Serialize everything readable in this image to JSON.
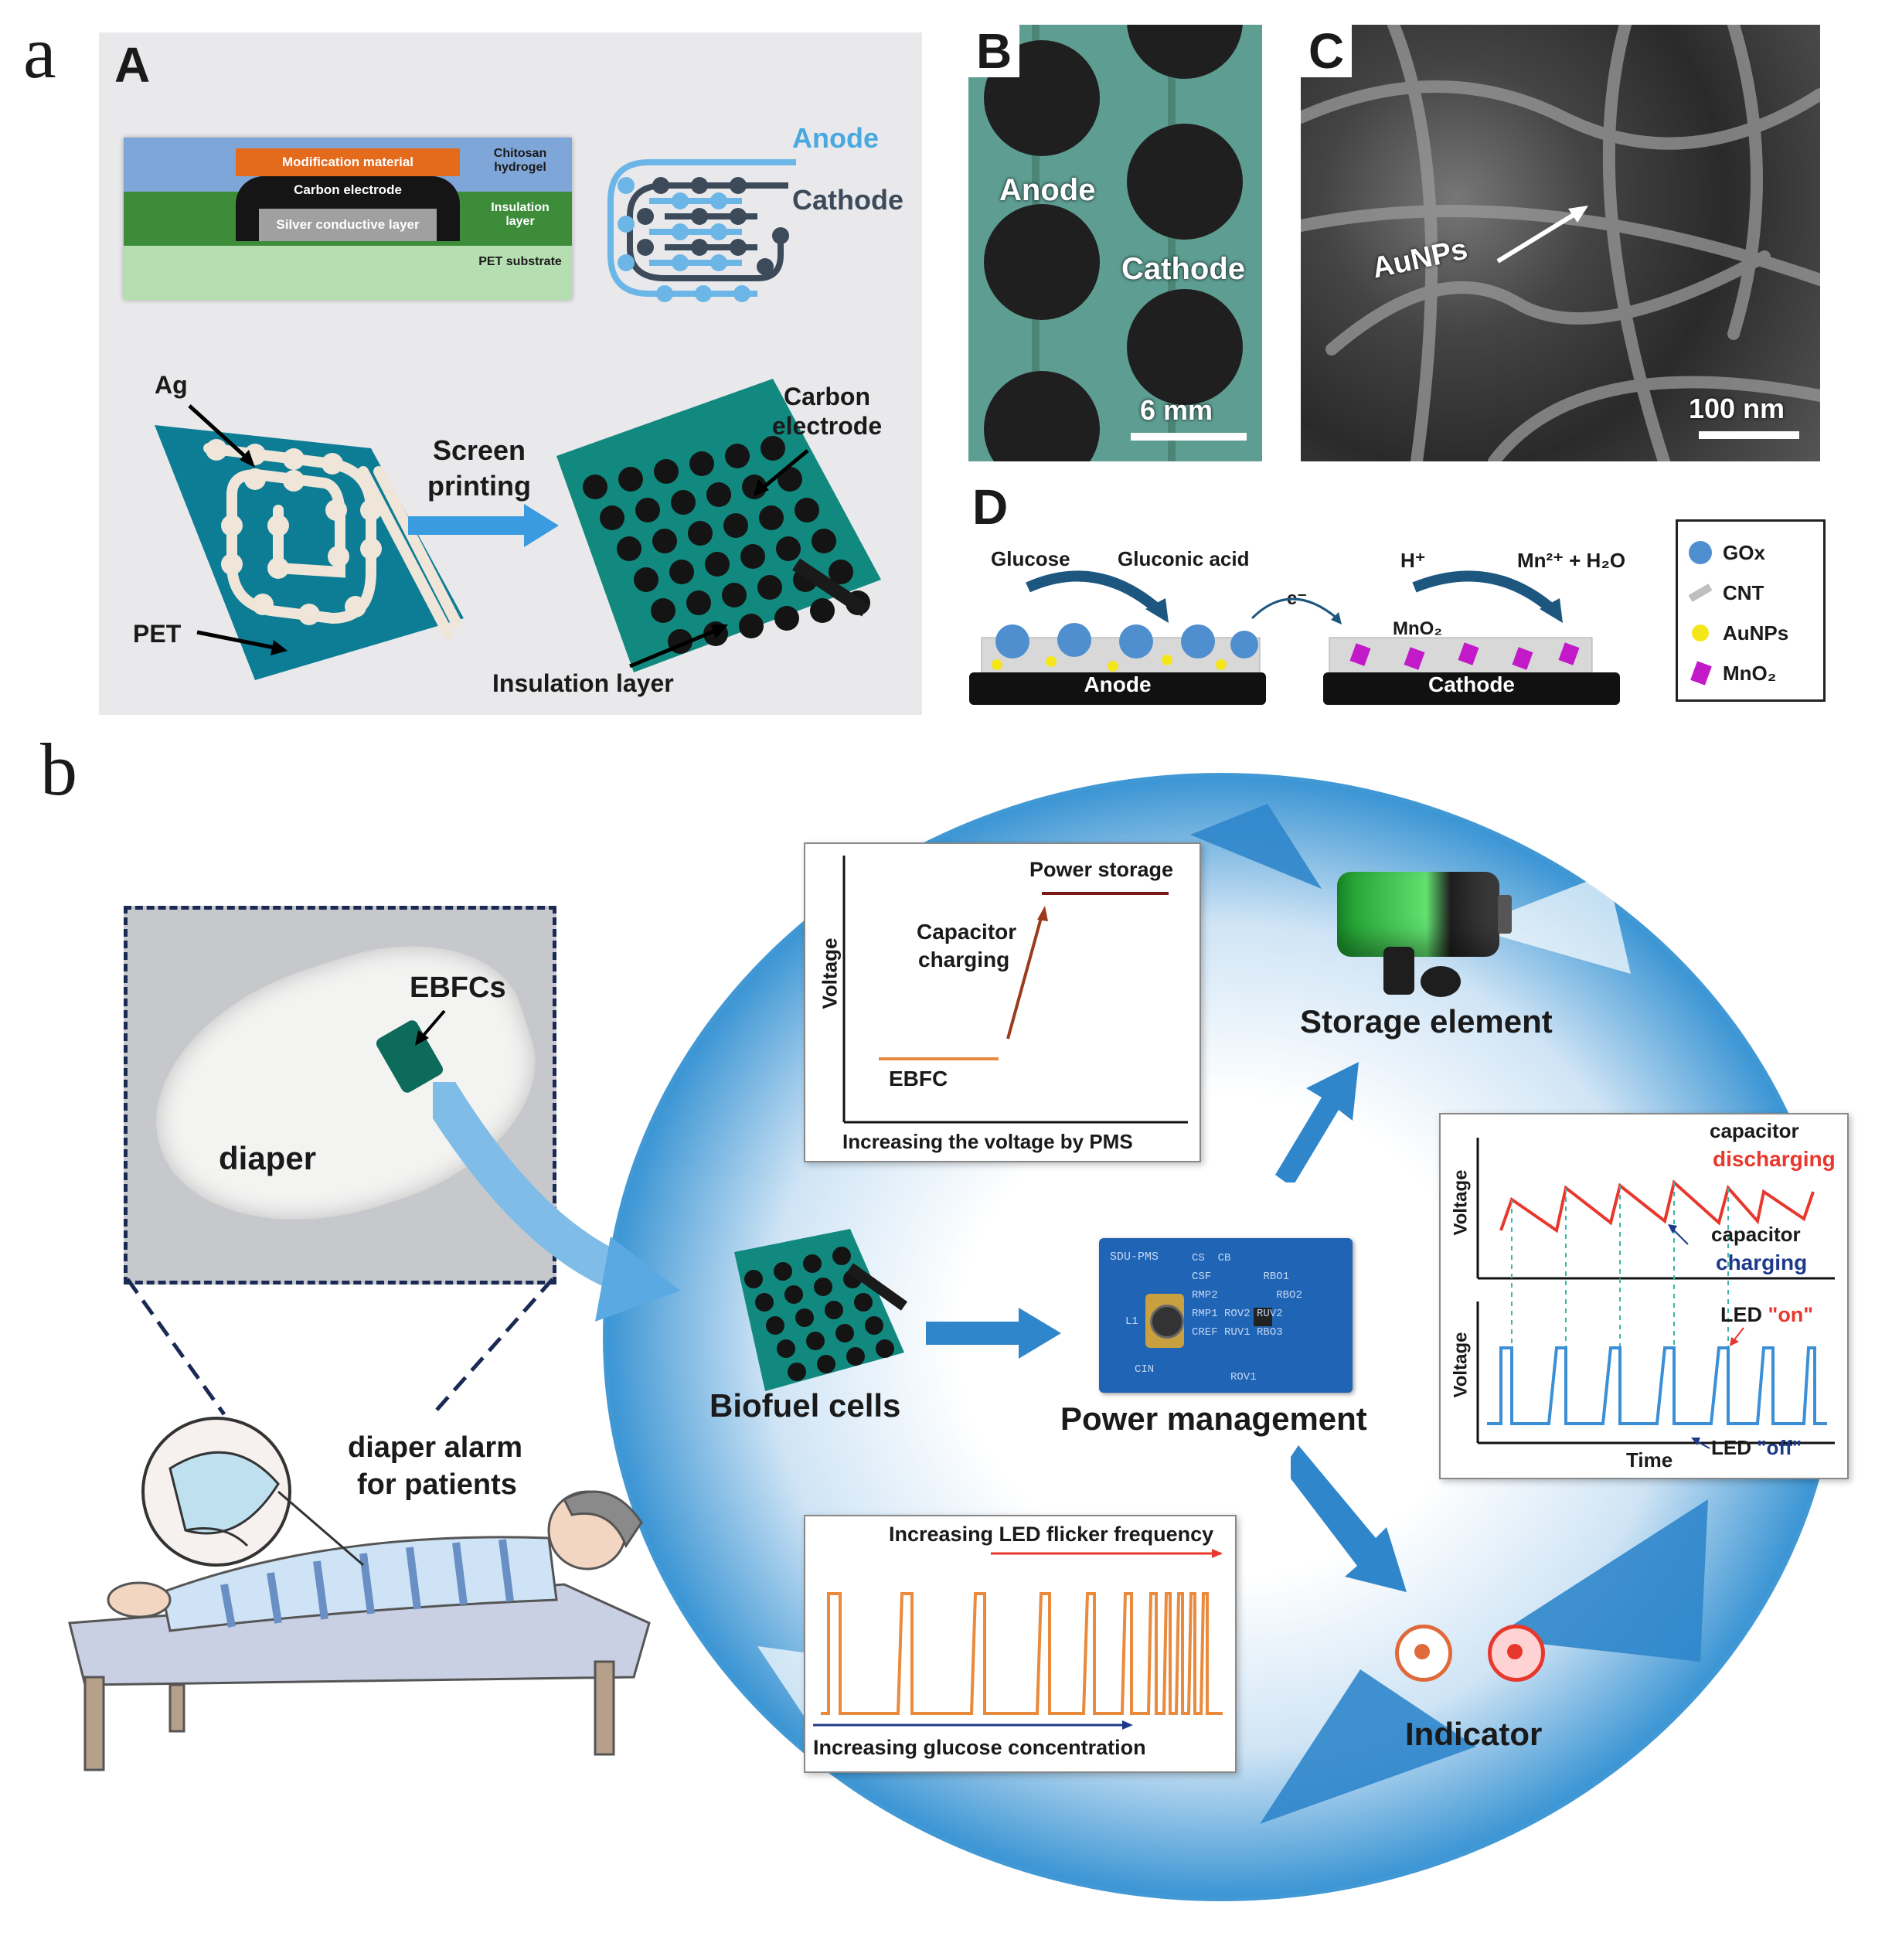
{
  "figure_labels": {
    "a": "a",
    "b": "b"
  },
  "panelA": {
    "letter": "A",
    "layers": {
      "modification": "Modification material",
      "carbon": "Carbon electrode",
      "silver": "Silver conductive layer",
      "chitosan": "Chitosan hydrogel",
      "insulation": "Insulation layer",
      "pet_substrate": "PET substrate"
    },
    "circuit": {
      "anode": "Anode",
      "cathode": "Cathode"
    },
    "ag": "Ag",
    "pet": "PET",
    "screen_printing": "Screen printing",
    "carbon_electrode": "Carbon electrode",
    "insulation_layer": "Insulation layer"
  },
  "panelB": {
    "letter": "B",
    "anode": "Anode",
    "cathode": "Cathode",
    "scale": "6 mm"
  },
  "panelC": {
    "letter": "C",
    "aunps": "AuNPs",
    "scale": "100 nm"
  },
  "panelD": {
    "letter": "D",
    "glucose": "Glucose",
    "gluconic": "Gluconic acid",
    "electron": "e⁻",
    "hplus": "H⁺",
    "mn_products": "Mn²⁺ + H₂O",
    "mno2": "MnO₂",
    "anode": "Anode",
    "cathode": "Cathode",
    "legend": [
      "GOx",
      "CNT",
      "AuNPs",
      "MnO₂"
    ],
    "legend_colors": [
      "#4f8fd0",
      "#bfbfbf",
      "#f5e61a",
      "#c21ac9"
    ]
  },
  "panel_b": {
    "ebfcs": "EBFCs",
    "diaper": "diaper",
    "diaper_alarm_1": "diaper alarm",
    "diaper_alarm_2": "for patients",
    "biofuel": "Biofuel cells",
    "power_mgmt": "Power management",
    "storage": "Storage element",
    "indicator": "Indicator",
    "pms_chart": {
      "ylabel": "Voltage",
      "xlabel": "Increasing the voltage by PMS",
      "power_storage": "Power storage",
      "cap_charging_1": "Capacitor",
      "cap_charging_2": "charging",
      "ebfc": "EBFC"
    },
    "cap_chart": {
      "ylabel": "Voltage",
      "xlabel": "Time",
      "cap1": "capacitor",
      "discharging": "discharging",
      "cap2": "capacitor",
      "charging": "charging",
      "led": "LED",
      "on": "\"on\"",
      "off": "\"off\""
    },
    "flicker_chart": {
      "top": "Increasing LED flicker frequency",
      "bottom": "Increasing glucose concentration"
    },
    "pcb": {
      "title": "SDU-PMS",
      "labels": [
        "CS",
        "CB",
        "CSF",
        "L1",
        "RMP2",
        "RMP1",
        "ROV2",
        "CREF",
        "ROV1",
        "RUV2",
        "RUV1",
        "RBO1",
        "RBO2",
        "RBO3",
        "CIN"
      ]
    },
    "colors": {
      "orange": "#e98a3c",
      "red": "#e8372d",
      "darkred": "#b01c26",
      "blue": "#3a8fd6",
      "navy": "#1d3a8a"
    }
  }
}
